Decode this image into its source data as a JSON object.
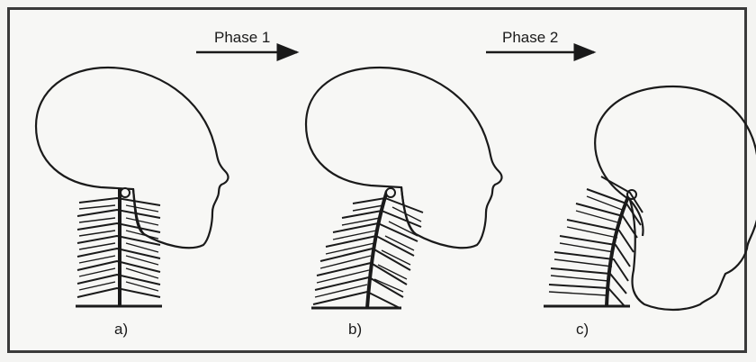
{
  "phase_labels": [
    "Phase 1",
    "Phase 2"
  ],
  "panel_labels": [
    "a)",
    "b)",
    "c)"
  ]
}
